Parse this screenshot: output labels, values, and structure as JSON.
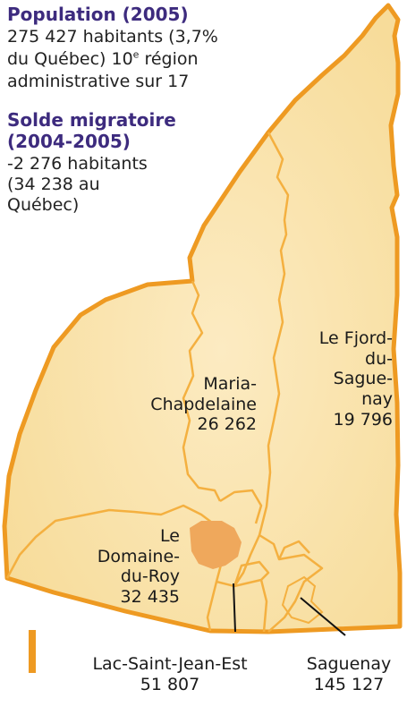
{
  "colors": {
    "region_fill": "#f7dc9a",
    "region_outline": "#ee9a22",
    "border_line": "#f4b040",
    "highlight": "#efa85c",
    "heading": "#3d2b7e",
    "accent_bar": "#ee9a22"
  },
  "population": {
    "title": "Population (2005)",
    "line1": "275 427 habitants (3,7%",
    "line2_pre": "du Québec) 10",
    "line2_sup": "e",
    "line2_post": " région",
    "line3": "administrative sur 17"
  },
  "migration": {
    "title_line1": "Solde migratoire",
    "title_line2": "(2004-2005)",
    "value": "-2 276 habitants\n(34 238 au\nQuébec)"
  },
  "regions": [
    {
      "name": "Maria-\nChapdelaine",
      "population": "26 262"
    },
    {
      "name": "Le Fjord-\ndu-\nSague-\nnay",
      "population": "19 796"
    },
    {
      "name": "Le\nDomaine-\ndu-Roy",
      "population": "32 435"
    },
    {
      "name": "Lac-Saint-Jean-Est",
      "population": "51 807"
    },
    {
      "name": "Saguenay",
      "population": "145 127"
    }
  ]
}
